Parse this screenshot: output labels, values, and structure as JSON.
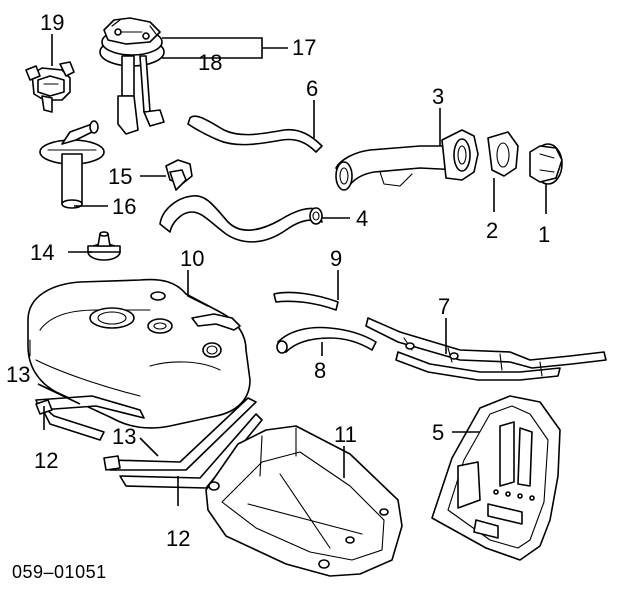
{
  "diagram": {
    "reference_code": "059–01051",
    "callouts": [
      "19",
      "17",
      "18",
      "6",
      "3",
      "15",
      "16",
      "2",
      "1",
      "4",
      "14",
      "10",
      "9",
      "7",
      "8",
      "13",
      "11",
      "5",
      "12"
    ],
    "second_callouts": {
      "13": "13",
      "12": "12"
    }
  }
}
